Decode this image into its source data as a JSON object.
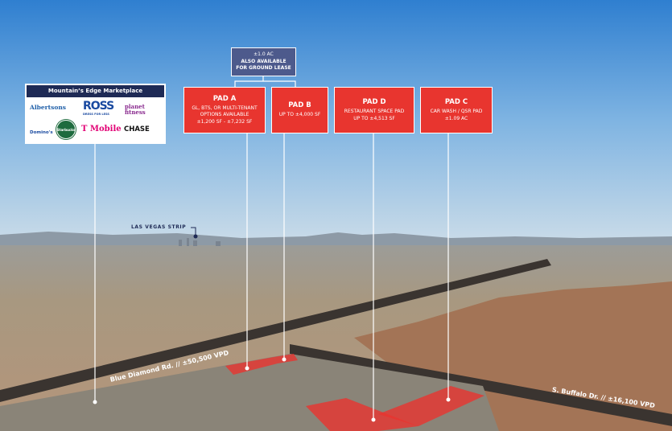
{
  "ground_lease_box": {
    "line1": "±1.0 AC",
    "line2": "ALSO AVAILABLE",
    "line3": "FOR GROUND LEASE"
  },
  "pads": [
    {
      "title": "PAD A",
      "lines": [
        "GL, BTS, OR MULTI-TENANT",
        "OPTIONS AVAILABLE",
        "±1,200 SF - ±7,232 SF"
      ]
    },
    {
      "title": "PAD B",
      "lines": [
        "UP TO ±4,000 SF"
      ]
    },
    {
      "title": "PAD D",
      "lines": [
        "RESTAURANT SPACE PAD",
        "UP TO ±4,513 SF"
      ]
    },
    {
      "title": "PAD C",
      "lines": [
        "CAR WASH / QSR PAD",
        "±1.09 AC"
      ]
    }
  ],
  "marketplace": {
    "title": "Mountain’s Edge Marketplace",
    "tenants": [
      "Albertsons",
      "ROSS",
      "DRESS FOR LESS",
      "planet fitness",
      "Domino's",
      "Starbucks",
      "T Mobile",
      "CHASE"
    ]
  },
  "landmark": "LAS VEGAS STRIP",
  "roads": [
    {
      "label": "Blue Diamond Rd. // ±50,500 VPD"
    },
    {
      "label": "S. Buffalo Dr. // ±16,100 VPD"
    }
  ],
  "colors": {
    "pad": "#e8352f",
    "ground_lease": "#4d5a8c",
    "header": "#1e2a55"
  }
}
